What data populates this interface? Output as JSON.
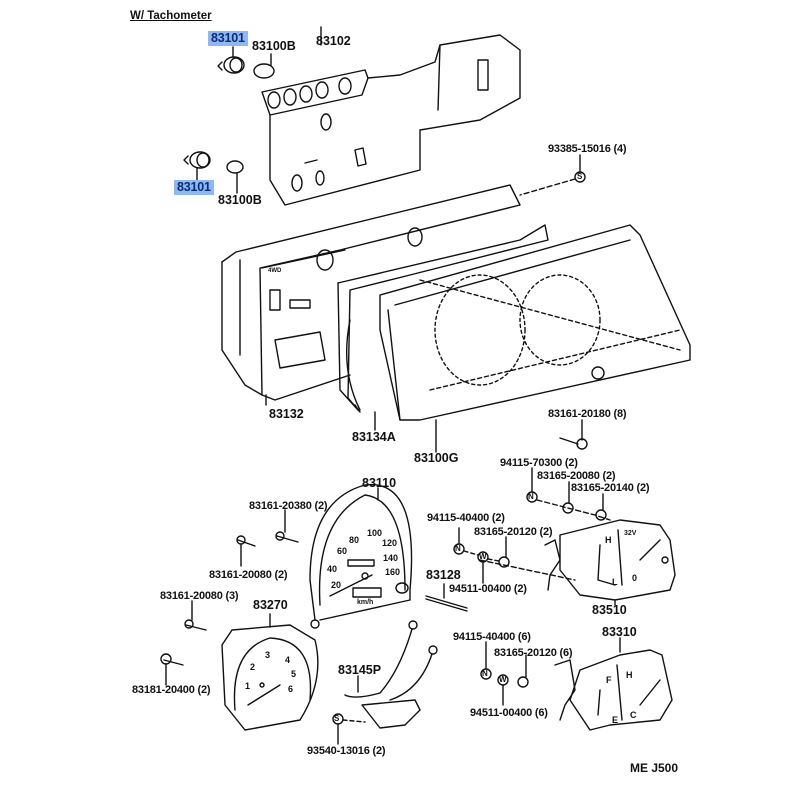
{
  "diagram": {
    "title": "W/ Tachometer",
    "reference_code": "ME J500",
    "highlight_color": "#8fb8f0",
    "highlight_text_color": "#0b2b7d",
    "parts": {
      "socket_upper": {
        "number": "83101",
        "highlighted": true
      },
      "bulb_upper": {
        "number": "83100B"
      },
      "printed_circuit": {
        "number": "83102"
      },
      "socket_lower": {
        "number": "83101",
        "highlighted": true
      },
      "bulb_lower": {
        "number": "83100B"
      },
      "screw_93385": {
        "number": "93385-15016 (4)",
        "symbol": "S"
      },
      "meter_case": {
        "number": "83132"
      },
      "meter_plate": {
        "number": "83134A"
      },
      "meter_glass": {
        "number": "83100G"
      },
      "screw_20180": {
        "number": "83161-20180 (8)"
      },
      "nut_70300": {
        "number": "94115-70300 (2)",
        "symbol": "N"
      },
      "screw_20080_a": {
        "number": "83165-20080 (2)"
      },
      "screw_20140": {
        "number": "83165-20140 (2)"
      },
      "speedometer": {
        "number": "83110"
      },
      "screw_20380": {
        "number": "83161-20380 (2)"
      },
      "screw_20080_b": {
        "number": "83161-20080 (2)"
      },
      "nut_40400_a": {
        "number": "94115-40400 (2)",
        "symbol": "N"
      },
      "screw_20120_a": {
        "number": "83165-20120 (2)"
      },
      "knob": {
        "number": "83128"
      },
      "washer_00400_a": {
        "number": "94511-00400 (2)",
        "symbol": "W"
      },
      "gauge_83510": {
        "number": "83510"
      },
      "screw_20080_c": {
        "number": "83161-20080 (3)"
      },
      "tachometer": {
        "number": "83270"
      },
      "screw_20400": {
        "number": "83181-20400 (2)"
      },
      "wire": {
        "number": "83145P"
      },
      "screw_93540": {
        "number": "93540-13016 (2)",
        "symbol": "S"
      },
      "nut_40400_b": {
        "number": "94115-40400 (6)",
        "symbol": "N"
      },
      "screw_20120_b": {
        "number": "83165-20120 (6)"
      },
      "washer_00400_b": {
        "number": "94511-00400 (6)",
        "symbol": "W"
      },
      "gauge_83310": {
        "number": "83310"
      }
    },
    "speedometer_dial": {
      "scale": [
        "20",
        "40",
        "60",
        "80",
        "100",
        "120",
        "140",
        "160"
      ],
      "unit": "km/h"
    },
    "tachometer_dial": {
      "scale": [
        "1",
        "2",
        "3",
        "4",
        "5",
        "6"
      ]
    },
    "gauge_83510_dial": {
      "high": "H",
      "low": "L",
      "volt": "32V",
      "zero": "0"
    },
    "gauge_83310_dial": {
      "full": "F",
      "empty": "E",
      "hot": "H",
      "cold": "C"
    },
    "panel_indicator_text": "4WD"
  }
}
